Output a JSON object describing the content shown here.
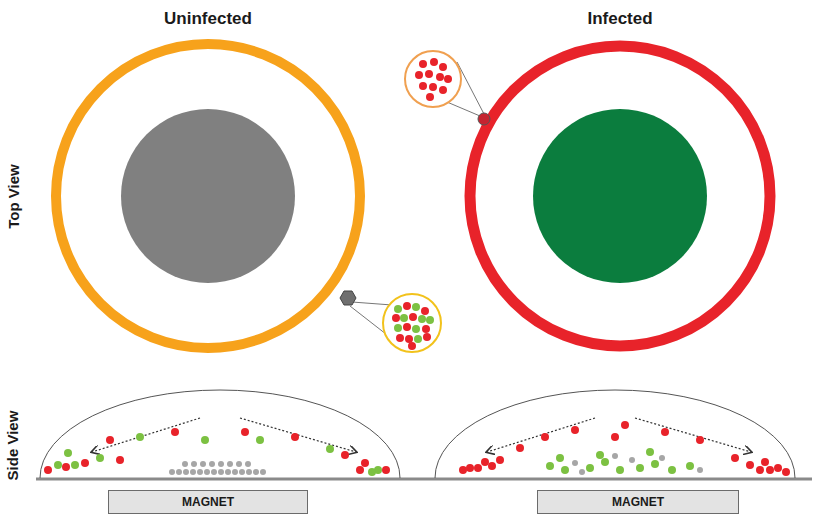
{
  "diagram": {
    "nodes": [
      {
        "text": [
          "MAGNET"
        ]
      },
      {
        "text": [
          "MAGNET"
        ]
      }
    ],
    "labels": [
      "Uninfected",
      "Infected",
      "Top View",
      "Side View"
    ]
  }
}
